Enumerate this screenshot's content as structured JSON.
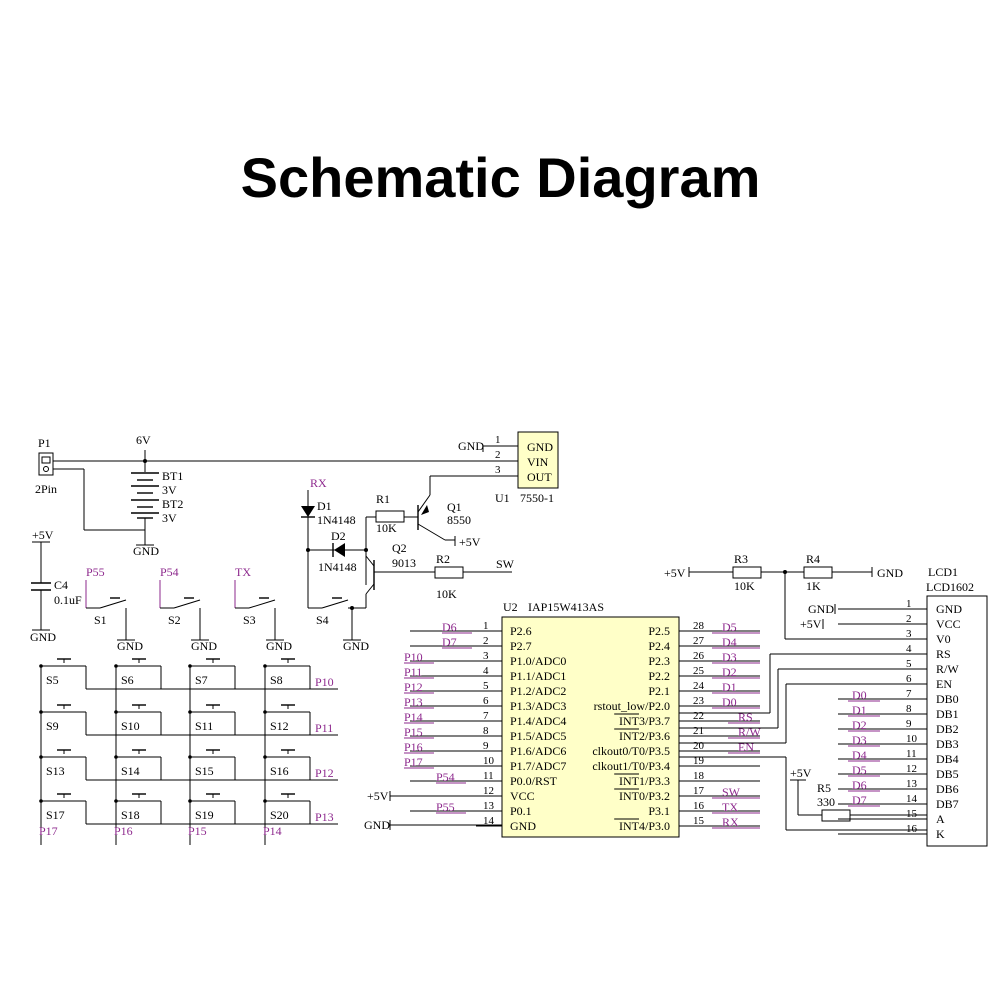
{
  "title": "Schematic Diagram",
  "u1": {
    "ref": "U1",
    "part": "7550-1",
    "pins": [
      "GND",
      "VIN",
      "OUT"
    ],
    "pin_nums": [
      "1",
      "2",
      "3"
    ]
  },
  "p1": {
    "ref": "P1",
    "part": "2Pin"
  },
  "bt1": {
    "ref": "BT1",
    "value": "3V"
  },
  "bt2": {
    "ref": "BT2",
    "value": "3V"
  },
  "v6": "6V",
  "d1": {
    "ref": "D1",
    "part": "1N4148"
  },
  "d2": {
    "ref": "D2",
    "part": "1N4148"
  },
  "r1": {
    "ref": "R1",
    "value": "10K"
  },
  "r2": {
    "ref": "R2",
    "value": "10K"
  },
  "r3": {
    "ref": "R3",
    "value": "10K"
  },
  "r4": {
    "ref": "R4",
    "value": "1K"
  },
  "r5": {
    "ref": "R5",
    "value": "330"
  },
  "q1": {
    "ref": "Q1",
    "part": "8550"
  },
  "q2": {
    "ref": "Q2",
    "part": "9013"
  },
  "c4": {
    "ref": "C4",
    "value": "0.1uF"
  },
  "u2": {
    "ref": "U2",
    "part": "IAP15W413AS",
    "left_pins": [
      {
        "num": "1",
        "name": "P2.6",
        "net": "D6"
      },
      {
        "num": "2",
        "name": "P2.7",
        "net": "D7"
      },
      {
        "num": "3",
        "name": "P1.0/ADC0",
        "net": "P10"
      },
      {
        "num": "4",
        "name": "P1.1/ADC1",
        "net": "P11"
      },
      {
        "num": "5",
        "name": "P1.2/ADC2",
        "net": "P12"
      },
      {
        "num": "6",
        "name": "P1.3/ADC3",
        "net": "P13"
      },
      {
        "num": "7",
        "name": "P1.4/ADC4",
        "net": "P14"
      },
      {
        "num": "8",
        "name": "P1.5/ADC5",
        "net": "P15"
      },
      {
        "num": "9",
        "name": "P1.6/ADC6",
        "net": "P16"
      },
      {
        "num": "10",
        "name": "P1.7/ADC7",
        "net": "P17"
      },
      {
        "num": "11",
        "name": "P0.0/RST",
        "net": "P54"
      },
      {
        "num": "12",
        "name": "VCC",
        "net": "+5V"
      },
      {
        "num": "13",
        "name": "P0.1",
        "net": "P55"
      },
      {
        "num": "14",
        "name": "GND",
        "net": "GND"
      }
    ],
    "right_pins": [
      {
        "num": "28",
        "name": "P2.5",
        "net": "D5"
      },
      {
        "num": "27",
        "name": "P2.4",
        "net": "D4"
      },
      {
        "num": "26",
        "name": "P2.3",
        "net": "D3"
      },
      {
        "num": "25",
        "name": "P2.2",
        "net": "D2"
      },
      {
        "num": "24",
        "name": "P2.1",
        "net": "D1"
      },
      {
        "num": "23",
        "name": "P2.0",
        "net": "D0"
      },
      {
        "num": "22",
        "name": "P3.7",
        "net": "RS"
      },
      {
        "num": "21",
        "name": "P3.6",
        "net": "R/W"
      },
      {
        "num": "20",
        "name": "P3.5",
        "net": "EN"
      },
      {
        "num": "19",
        "name": "P3.4",
        "net": ""
      },
      {
        "num": "18",
        "name": "P3.3",
        "net": ""
      },
      {
        "num": "17",
        "name": "P3.2",
        "net": "SW"
      },
      {
        "num": "16",
        "name": "P3.1",
        "net": "TX"
      },
      {
        "num": "15",
        "name": "P3.0",
        "net": "RX"
      }
    ],
    "right_prefixes": [
      "",
      "",
      "",
      "",
      "",
      "rstout_low/",
      "",
      "",
      "clkout0/T0/",
      "clkout1/T0/",
      "",
      "",
      "",
      ""
    ],
    "right_overbars": [
      "",
      "",
      "",
      "",
      "",
      "",
      "INT3",
      "INT2",
      "",
      "",
      "INT1",
      "INT0",
      "",
      "INT4"
    ],
    "right_suffix_after_bar": [
      "",
      "",
      "",
      "",
      "",
      "",
      "/P3.7",
      "/P3.6",
      "",
      "",
      "/P3.3",
      "/P3.2",
      "",
      "/P3.0"
    ]
  },
  "lcd": {
    "ref": "LCD1",
    "part": "LCD1602",
    "pins": [
      {
        "num": "1",
        "name": "GND",
        "net": "GND"
      },
      {
        "num": "2",
        "name": "VCC",
        "net": "+5V"
      },
      {
        "num": "3",
        "name": "V0",
        "net": ""
      },
      {
        "num": "4",
        "name": "RS",
        "net": ""
      },
      {
        "num": "5",
        "name": "R/W",
        "net": ""
      },
      {
        "num": "6",
        "name": "EN",
        "net": ""
      },
      {
        "num": "7",
        "name": "DB0",
        "net": "D0"
      },
      {
        "num": "8",
        "name": "DB1",
        "net": "D1"
      },
      {
        "num": "9",
        "name": "DB2",
        "net": "D2"
      },
      {
        "num": "10",
        "name": "DB3",
        "net": "D3"
      },
      {
        "num": "11",
        "name": "DB4",
        "net": "D4"
      },
      {
        "num": "12",
        "name": "DB5",
        "net": "D5"
      },
      {
        "num": "13",
        "name": "DB6",
        "net": "D6"
      },
      {
        "num": "14",
        "name": "DB7",
        "net": "D7"
      },
      {
        "num": "15",
        "name": "A",
        "net": ""
      },
      {
        "num": "16",
        "name": "K",
        "net": ""
      }
    ]
  },
  "buttons_top": [
    {
      "ref": "S1",
      "net": "P55"
    },
    {
      "ref": "S2",
      "net": "P54"
    },
    {
      "ref": "S3",
      "net": "TX"
    },
    {
      "ref": "S4",
      "net": ""
    }
  ],
  "matrix": {
    "rows": [
      {
        "refs": [
          "S5",
          "S6",
          "S7",
          "S8"
        ],
        "net": "P10"
      },
      {
        "refs": [
          "S9",
          "S10",
          "S11",
          "S12"
        ],
        "net": "P11"
      },
      {
        "refs": [
          "S13",
          "S14",
          "S15",
          "S16"
        ],
        "net": "P12"
      },
      {
        "refs": [
          "S17",
          "S18",
          "S19",
          "S20"
        ],
        "net": "P13"
      }
    ],
    "col_nets": [
      "P17",
      "P16",
      "P15",
      "P14"
    ]
  },
  "nets": {
    "gnd": "GND",
    "vcc": "+5V",
    "rx": "RX",
    "sw": "SW"
  }
}
